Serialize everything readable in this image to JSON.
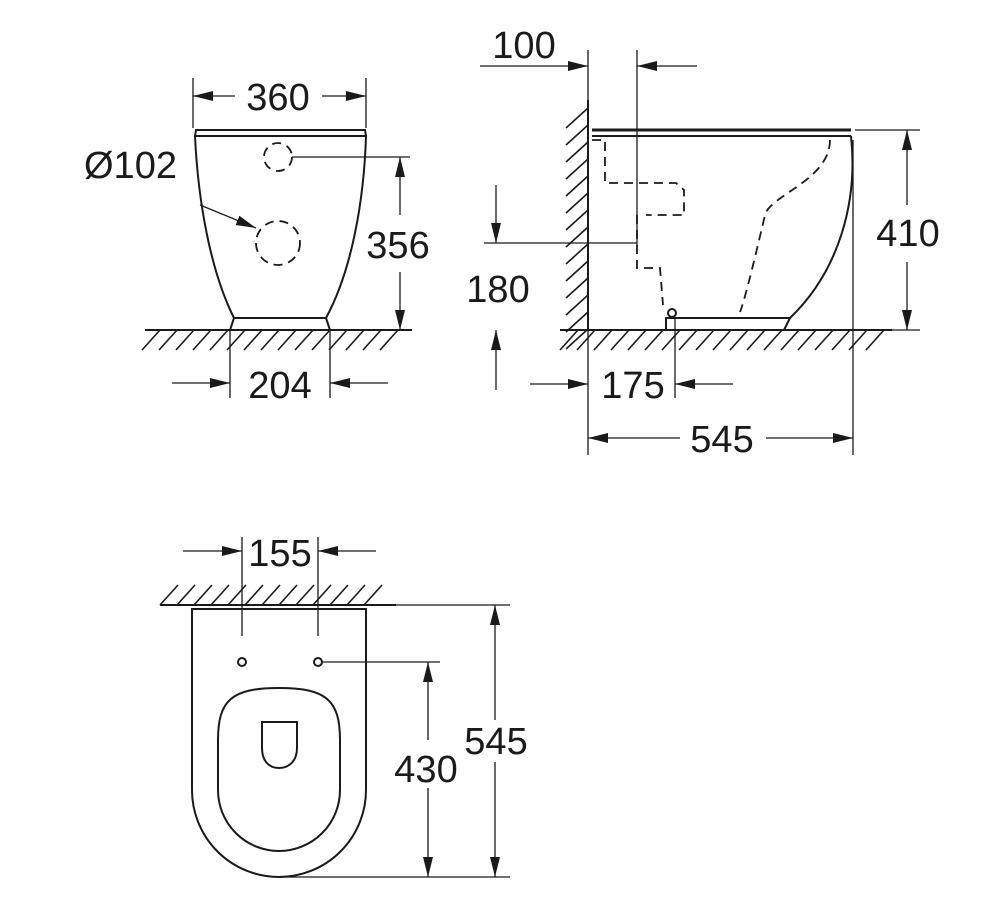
{
  "front_view": {
    "width_top": "360",
    "outlet_diameter": "Ø102",
    "height_outlet": "356",
    "base_width": "204"
  },
  "side_view": {
    "offset_top": "100",
    "outlet_height": "180",
    "height_total": "410",
    "outlet_depth": "175",
    "length_total": "545"
  },
  "top_view": {
    "fixing_spacing": "155",
    "fixing_depth": "430",
    "length_total": "545"
  }
}
